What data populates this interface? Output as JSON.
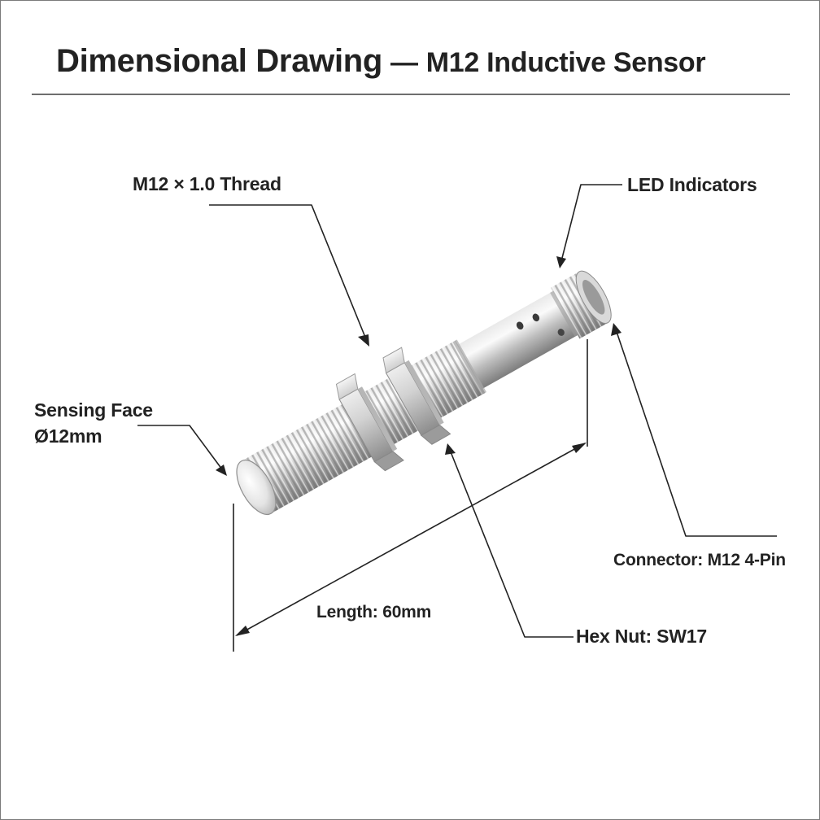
{
  "header": {
    "title": "Dimensional Drawing",
    "separator": "—",
    "subtitle": "M12 Inductive Sensor"
  },
  "callouts": {
    "thread": "M12 × 1.0 Thread",
    "led": "LED Indicators",
    "sensing_face_line1": "Sensing Face",
    "sensing_face_line2": "Ø12mm",
    "length": "Length: 60mm",
    "connector": "Connector: M12 4-Pin",
    "hex_nut": "Hex Nut: SW17"
  },
  "colors": {
    "line": "#222222",
    "metal_light": "#f2f2f2",
    "metal_mid": "#c4c4c4",
    "metal_dark": "#7d7d7d"
  }
}
